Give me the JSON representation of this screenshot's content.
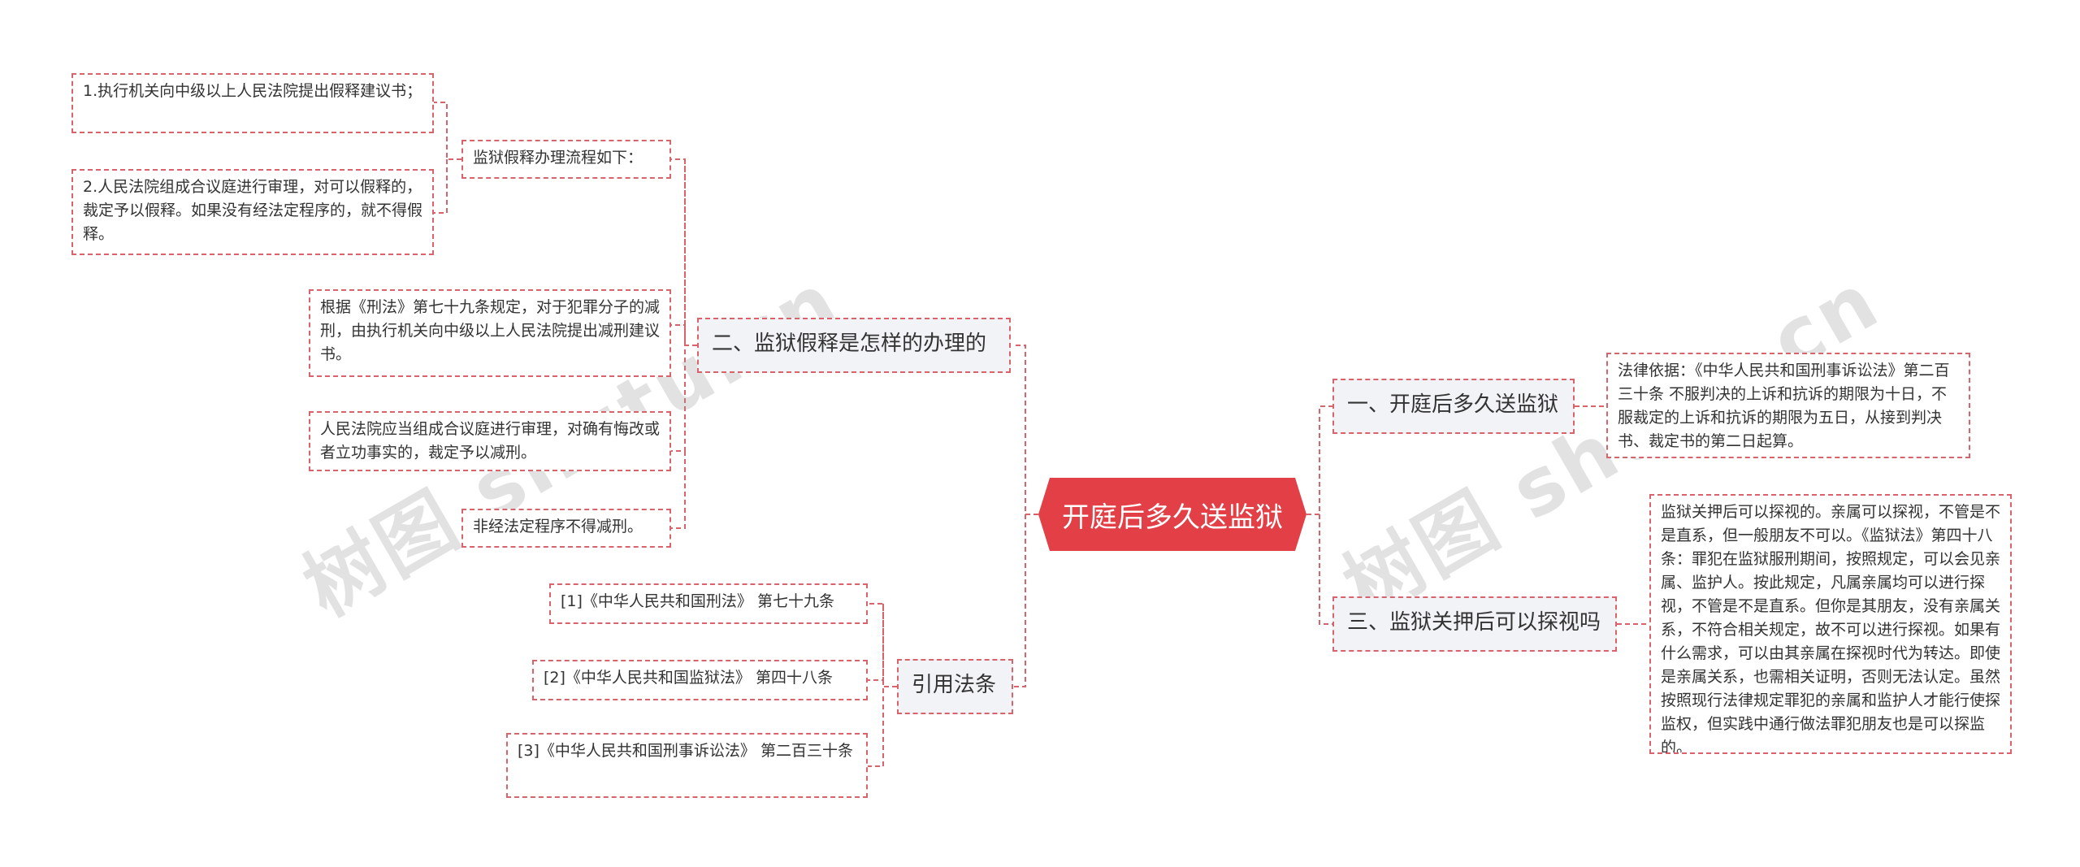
{
  "mindmap": {
    "root": "开庭后多久送监狱",
    "left": [
      {
        "label": "二、监狱假释是怎样的办理的",
        "children": [
          {
            "label": "监狱假释办理流程如下：",
            "children": [
              "1.执行机关向中级以上人民法院提出假释建议书；",
              "2.人民法院组成合议庭进行审理，对可以假释的，裁定予以假释。如果没有经法定程序的，就不得假释。"
            ]
          },
          "根据《刑法》第七十九条规定，对于犯罪分子的减刑，由执行机关向中级以上人民法院提出减刑建议书。",
          "人民法院应当组成合议庭进行审理，对确有悔改或者立功事实的，裁定予以减刑。",
          "非经法定程序不得减刑。"
        ]
      },
      {
        "label": "引用法条",
        "children": [
          "[1]《中华人民共和国刑法》 第七十九条",
          "[2]《中华人民共和国监狱法》 第四十八条",
          "[3]《中华人民共和国刑事诉讼法》 第二百三十条"
        ]
      }
    ],
    "right": [
      {
        "label": "一、开庭后多久送监狱",
        "children": [
          "法律依据：《中华人民共和国刑事诉讼法》第二百三十条 不服判决的上诉和抗诉的期限为十日，不服裁定的上诉和抗诉的期限为五日，从接到判决书、裁定书的第二日起算。"
        ]
      },
      {
        "label": "三、监狱关押后可以探视吗",
        "children": [
          "监狱关押后可以探视的。亲属可以探视，不管是不是直系，但一般朋友不可以。《监狱法》第四十八条：罪犯在监狱服刑期间，按照规定，可以会见亲属、监护人。按此规定，凡属亲属均可以进行探视，不管是不是直系。但你是其朋友，没有亲属关系，不符合相关规定，故不可以进行探视。如果有什么需求，可以由其亲属在探视时代为转达。即使是亲属关系，也需相关证明，否则无法认定。虽然按照现行法律规定罪犯的亲属和监护人才能行使探监权，但实践中通行做法罪犯朋友也是可以探监的。"
        ]
      }
    ]
  },
  "watermark": "树图 shutu.cn",
  "colors": {
    "accent": "#e23f47",
    "border": "#d8636a",
    "branch_bg": "#f2f3f6"
  }
}
